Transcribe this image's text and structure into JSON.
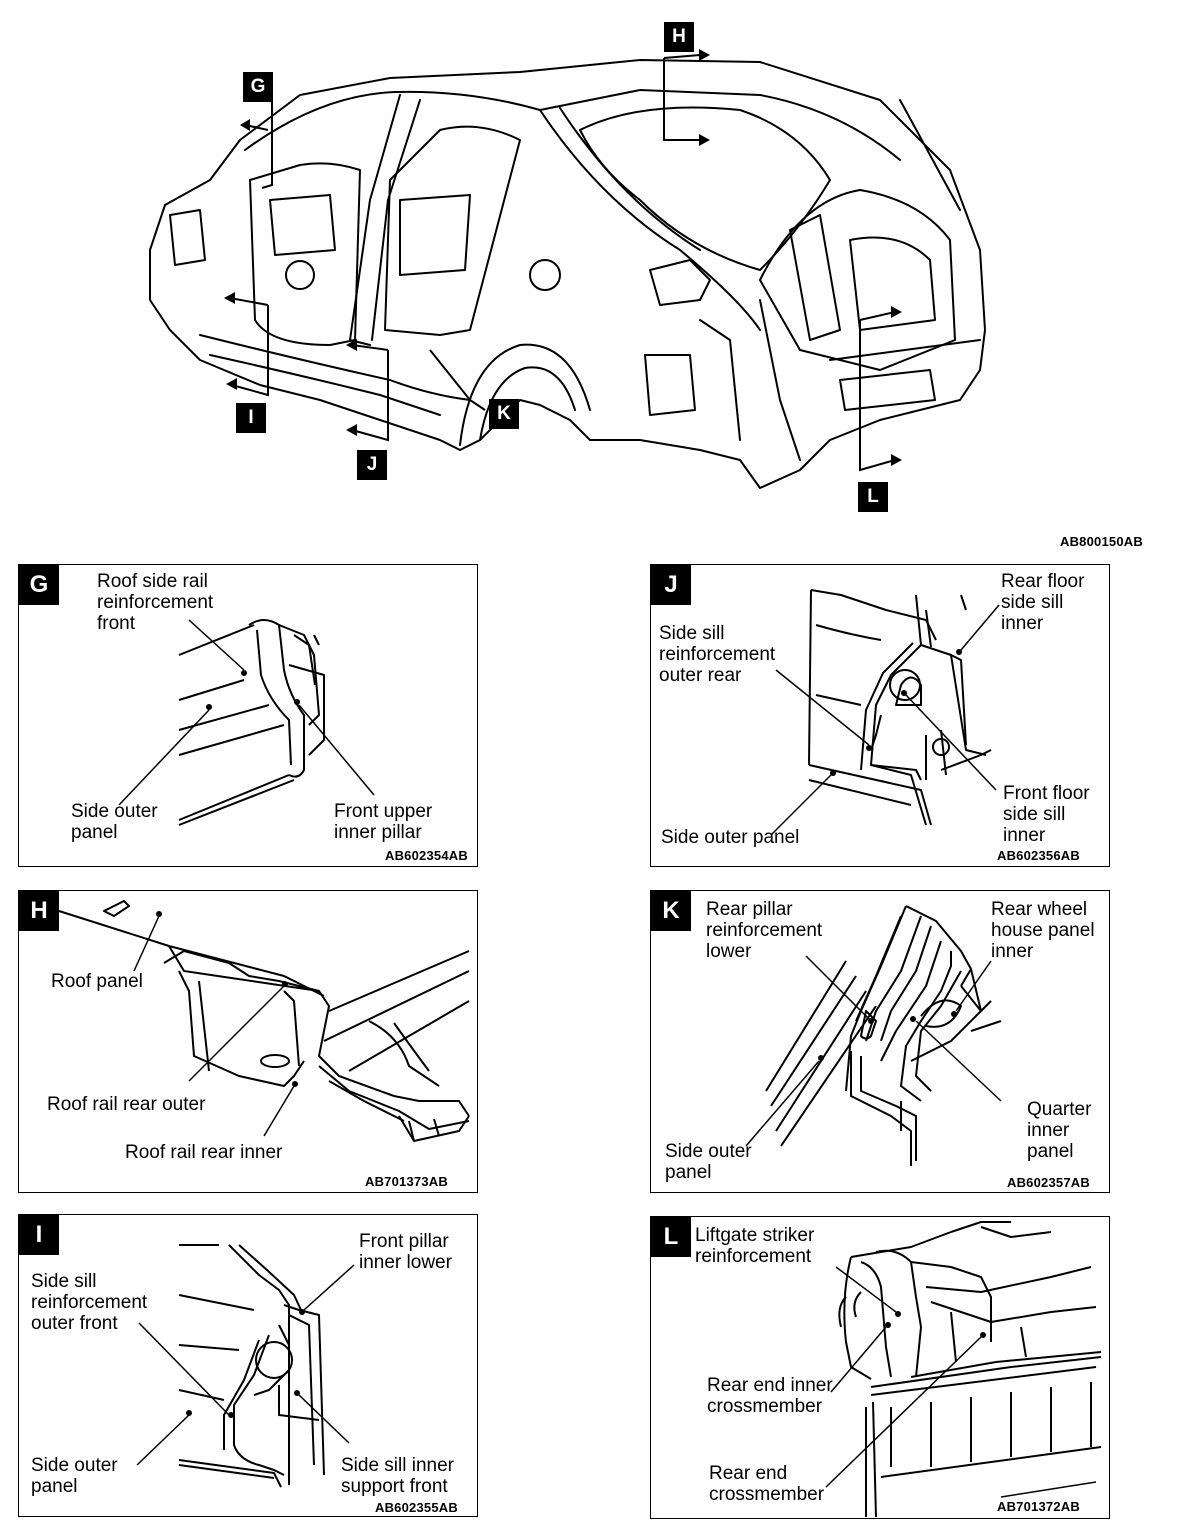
{
  "overview": {
    "code": "AB800150AB",
    "markers": {
      "g": "G",
      "h": "H",
      "i": "I",
      "j": "J",
      "k": "K",
      "l": "L"
    }
  },
  "panels": {
    "g": {
      "letter": "G",
      "code": "AB602354AB",
      "labels": {
        "roof_side_rail": "Roof side rail\nreinforcement\nfront",
        "side_outer": "Side outer\npanel",
        "front_upper": "Front upper\ninner pillar"
      }
    },
    "h": {
      "letter": "H",
      "code": "AB701373AB",
      "labels": {
        "roof_panel": "Roof panel",
        "rail_outer": "Roof rail rear outer",
        "rail_inner": "Roof rail rear inner"
      }
    },
    "i": {
      "letter": "I",
      "code": "AB602355AB",
      "labels": {
        "front_pillar": "Front pillar\ninner lower",
        "sill_reinf": "Side sill\nreinforcement\nouter front",
        "side_outer": "Side outer\npanel",
        "sill_inner": "Side sill inner\nsupport front"
      }
    },
    "j": {
      "letter": "J",
      "code": "AB602356AB",
      "labels": {
        "rear_floor": "Rear floor\nside sill\ninner",
        "sill_reinf": "Side sill\nreinforcement\nouter rear",
        "front_floor": "Front floor\nside sill\ninner",
        "side_outer": "Side outer panel"
      }
    },
    "k": {
      "letter": "K",
      "code": "AB602357AB",
      "labels": {
        "rear_pillar": "Rear pillar\nreinforcement\nlower",
        "rear_wheel": "Rear wheel\nhouse panel\ninner",
        "quarter": "Quarter\ninner\npanel",
        "side_outer": "Side outer\npanel"
      }
    },
    "l": {
      "letter": "L",
      "code": "AB701372AB",
      "labels": {
        "liftgate": "Liftgate striker\nreinforcement",
        "inner_cross": "Rear end inner\ncrossmember",
        "end_cross": "Rear end\ncrossmember"
      }
    }
  }
}
